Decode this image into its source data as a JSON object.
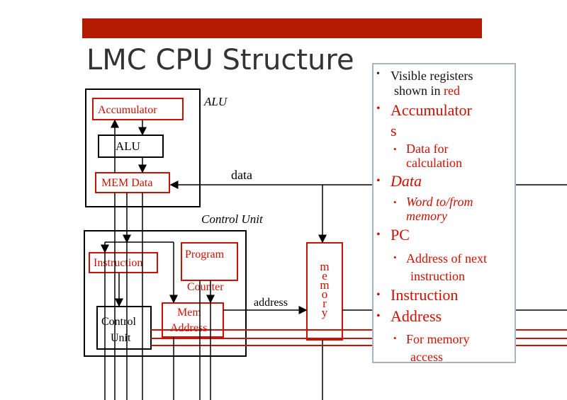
{
  "slide": {
    "title": "LMC CPU Structure",
    "accent_color": "#b31b00"
  },
  "diagram": {
    "alu_group_label": "ALU",
    "control_group_label": "Control Unit",
    "accumulator": "Accumulator",
    "alu": "ALU",
    "mem_data": "MEM Data",
    "instruction": "Instruction",
    "program_counter": [
      "Program",
      "Counter"
    ],
    "mem_address": [
      "Mem",
      "Address"
    ],
    "control_unit": [
      "Control",
      "Unit"
    ],
    "memory": [
      "m",
      "e",
      "m",
      "o",
      "r",
      "y"
    ],
    "data_label": "data",
    "address_label": "address",
    "register_color": "#cc1100"
  },
  "legend": {
    "items": [
      {
        "level": 1,
        "lines": [
          "Visible registers",
          "shown in"
        ],
        "suffix": "red",
        "style": "plain"
      },
      {
        "level": 1,
        "lines": [
          "Accumulator",
          "s"
        ],
        "style": "red"
      },
      {
        "level": 2,
        "lines": [
          "Data for",
          "calculation"
        ],
        "style": "red"
      },
      {
        "level": 1,
        "lines": [
          "Data"
        ],
        "style": "red-italic"
      },
      {
        "level": 2,
        "lines": [
          "Word to/from",
          "memory"
        ],
        "style": "red-italic"
      },
      {
        "level": 1,
        "lines": [
          "PC"
        ],
        "style": "red"
      },
      {
        "level": 2,
        "lines": [
          "Address of next",
          "instruction"
        ],
        "style": "red"
      },
      {
        "level": 1,
        "lines": [
          "Instruction"
        ],
        "style": "red"
      },
      {
        "level": 1,
        "lines": [
          "Address"
        ],
        "style": "red"
      },
      {
        "level": 2,
        "lines": [
          "For memory",
          "access"
        ],
        "style": "red"
      }
    ]
  }
}
